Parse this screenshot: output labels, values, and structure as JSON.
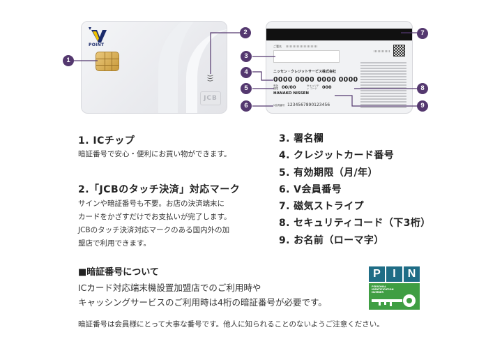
{
  "card_front": {
    "brand_text": "POINT",
    "brand_mark": "V",
    "network_text": "JCB",
    "contactless_icon": "contactless-icon",
    "chip_icon": "ic-chip-icon"
  },
  "card_back": {
    "signature_label": "ご署名",
    "issuer": "ニッセン・クレジットサービス株式会社",
    "card_number": "0000 0000 0000 0000",
    "expiry_label": "有効期限",
    "expiry": "00/00",
    "security_label": "セキュリティ コード",
    "security_code": "000",
    "holder_name": "HANAKO NISSEN",
    "v_member_label": "V会員番号",
    "v_member_number": "1234567890123456"
  },
  "callouts": [
    "1",
    "2",
    "3",
    "4",
    "5",
    "6",
    "7",
    "8",
    "9"
  ],
  "sections": {
    "ic": {
      "title": "1. ICチップ",
      "body": "暗証番号で安心・便利にお買い物ができます。"
    },
    "touch": {
      "title": "2.「JCBのタッチ決済」対応マーク",
      "lines": [
        "サインや暗証番号も不要。お店の決済端末に",
        "カードをかざすだけでお支払いが完了します。",
        "JCBのタッチ決済対応マークのある国内外の加",
        "盟店で利用できます。"
      ]
    }
  },
  "list": [
    "3. 署名欄",
    "4. クレジットカード番号",
    "5. 有効期限（月/年）",
    "6. V会員番号",
    "7. 磁気ストライプ",
    "8. セキュリティコード（下3桁）",
    "9. お名前（ローマ字）"
  ],
  "pin_section": {
    "title": "■暗証番号について",
    "lines": [
      "ICカード対応端末機設置加盟店でのご利用時や",
      "キャッシングサービスのご利用時は4桁の暗証番号が必要です。"
    ]
  },
  "pin_logo": {
    "letters": [
      "P",
      "I",
      "N"
    ],
    "subtitle": [
      "PERSONAL",
      "IDENTIFICATION",
      "NUMBER"
    ],
    "key_icon": "key-icon"
  },
  "note": "暗証番号は会員様にとって大事な番号です。他人に知られることのないようご注意ください。",
  "colors": {
    "badge": "#54386f",
    "pin_blue": "#1f6d86",
    "pin_green": "#3f9e43"
  }
}
